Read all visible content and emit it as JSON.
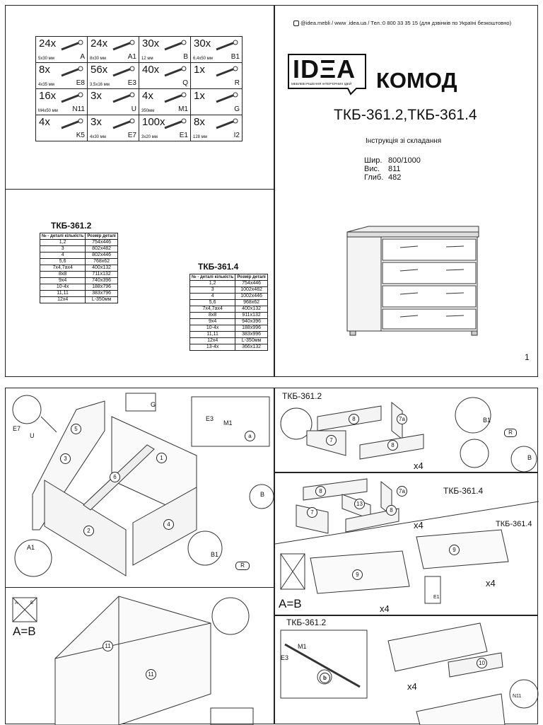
{
  "header": {
    "contact": "@idea.mebli / www .idea.ua / Тел.:0 800 33 35 15 (для дзвінків по Україні безкоштовно)",
    "logo": "IDΞA",
    "logo_tagline": "МЕБЛЕВІ РІШЕННЯ ІНТЕР'ЄРНИХ ІДЕЙ",
    "product": "КОМОД",
    "models": "ТКБ-361.2,ТКБ-361.4",
    "subtitle": "Інструкція зі складання",
    "dims": [
      {
        "label": "Шир.",
        "value": "800/1000"
      },
      {
        "label": "Вис.",
        "value": "811"
      },
      {
        "label": "Глиб.",
        "value": "482"
      }
    ],
    "page_number": "1"
  },
  "hardware": [
    [
      {
        "qty": "24x",
        "spec": "5x30 мм",
        "code": "A"
      },
      {
        "qty": "24x",
        "spec": "8x30 мм",
        "code": "A1"
      },
      {
        "qty": "30x",
        "spec": "12 мм",
        "code": "B"
      },
      {
        "qty": "30x",
        "spec": "6,4x50 мм",
        "code": "B1"
      }
    ],
    [
      {
        "qty": "8x",
        "spec": "4x35 мм",
        "code": "E8"
      },
      {
        "qty": "56x",
        "spec": "3,5x16 мм",
        "code": "E3"
      },
      {
        "qty": "40x",
        "spec": "",
        "code": "Q"
      },
      {
        "qty": "1x",
        "spec": "",
        "code": "R"
      }
    ],
    [
      {
        "qty": "16x",
        "spec": "M4x50 мм",
        "code": "N11"
      },
      {
        "qty": "3x",
        "spec": "",
        "code": "U"
      },
      {
        "qty": "4x",
        "spec": "350мм",
        "code": "M1"
      },
      {
        "qty": "1x",
        "spec": "",
        "code": "G"
      }
    ],
    [
      {
        "qty": "4x",
        "spec": "",
        "code": "K5"
      },
      {
        "qty": "3x",
        "spec": "4x30 мм",
        "code": "E7"
      },
      {
        "qty": "100x",
        "spec": "3x20 мм",
        "code": "E1"
      },
      {
        "qty": "8x",
        "spec": "128 мм",
        "code": "I2"
      }
    ]
  ],
  "table_2": {
    "title": "ТКБ-361.2",
    "headers": [
      "№ - деталі кількість",
      "Розмір деталі"
    ],
    "rows": [
      [
        "1,2",
        "754x446"
      ],
      [
        "3",
        "802x482"
      ],
      [
        "4",
        "802x446"
      ],
      [
        "5,6",
        "768x62"
      ],
      [
        "7x4,7ax4",
        "400x132"
      ],
      [
        "8x8",
        "711x132"
      ],
      [
        "9x4",
        "740x396"
      ],
      [
        "10-4x",
        "188x796"
      ],
      [
        "11,11",
        "383x796"
      ],
      [
        "12x4",
        "L-350мм"
      ]
    ]
  },
  "table_4": {
    "title": "ТКБ-361.4",
    "headers": [
      "№ - деталі кількість",
      "Розмір деталі"
    ],
    "rows": [
      [
        "1,2",
        "754x446"
      ],
      [
        "3",
        "1002x482"
      ],
      [
        "4",
        "1002x446"
      ],
      [
        "5,6",
        "968x62"
      ],
      [
        "7x4,7ax4",
        "400x132"
      ],
      [
        "8x8",
        "911x132"
      ],
      [
        "9x4",
        "940x396"
      ],
      [
        "10-4x",
        "188x996"
      ],
      [
        "11,11",
        "383x996"
      ],
      [
        "12x4",
        "L-350мм"
      ],
      [
        "13-4x",
        "366x132"
      ]
    ]
  },
  "steps": {
    "s1": {
      "labels": [
        "E7",
        "U",
        "G",
        "E3",
        "M1",
        "a",
        "A1",
        "B",
        "B1",
        "R"
      ],
      "parts": [
        "5",
        "3",
        "6",
        "1",
        "2",
        "4"
      ]
    },
    "s2": {
      "title": "ТКБ-361.2",
      "labels": [
        "B1",
        "R",
        "B",
        "x4"
      ],
      "parts": [
        "8",
        "7a",
        "7",
        "8"
      ]
    },
    "s3": {
      "title": "ТКБ-361.4",
      "labels": [
        "x4"
      ],
      "parts": [
        "8",
        "7a",
        "13",
        "7",
        "8"
      ]
    },
    "s4": {
      "title": "ТКБ-361.4",
      "labels": [
        "x4",
        "x4",
        "E1",
        "A=B"
      ],
      "parts": [
        "9",
        "9"
      ]
    },
    "s5": {
      "labels": [
        "A=B",
        "A",
        "B"
      ],
      "parts": [
        "11",
        "11"
      ]
    },
    "s6": {
      "title": "ТКБ-361.2",
      "labels": [
        "M1",
        "E3",
        "b",
        "x4",
        "N11"
      ],
      "parts": [
        "10"
      ]
    }
  }
}
